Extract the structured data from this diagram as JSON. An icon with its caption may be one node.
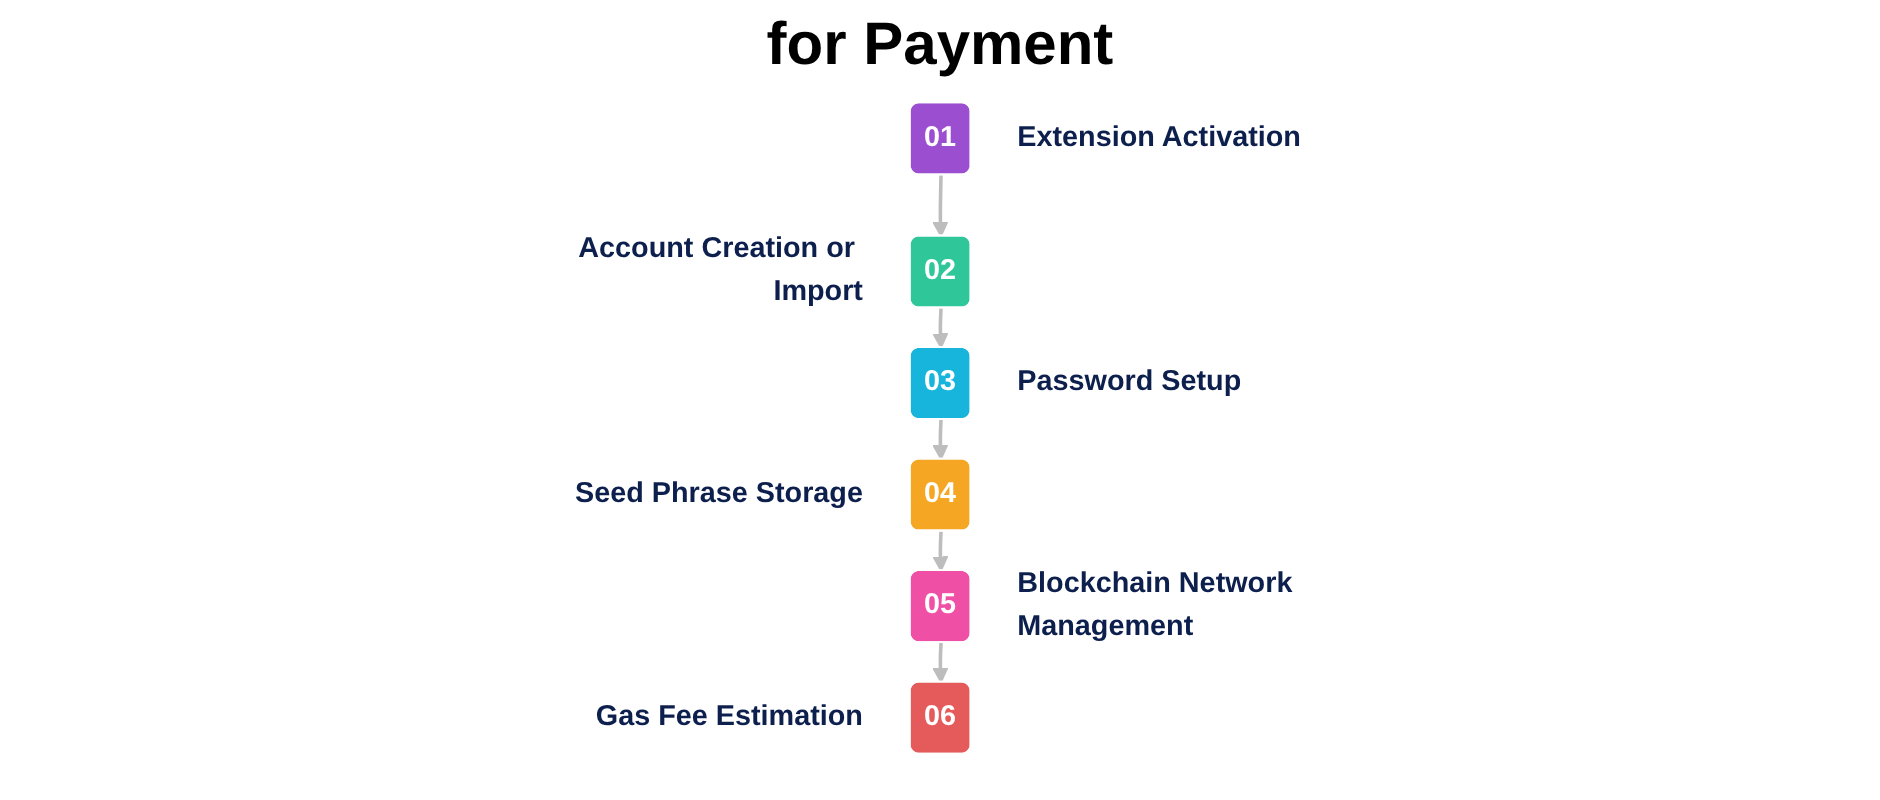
{
  "diagram": {
    "title": "for Payment",
    "nodes": [
      {
        "text": [
          "01"
        ],
        "beside": [
          "Extension Activation"
        ]
      },
      {
        "text": [
          "02"
        ],
        "beside": [
          "Account Creation or Import"
        ]
      },
      {
        "text": [
          "03"
        ],
        "beside": [
          "Password Setup"
        ]
      },
      {
        "text": [
          "04"
        ],
        "beside": [
          "Seed Phrase Storage"
        ]
      },
      {
        "text": [
          "05"
        ],
        "beside": [
          "Blockchain Network Management"
        ]
      },
      {
        "text": [
          "06"
        ],
        "beside": [
          "Gas Fee Estimation"
        ]
      }
    ],
    "edges": [
      {
        "from": 0,
        "to": 1,
        "arrow": "to"
      },
      {
        "from": 1,
        "to": 2,
        "arrow": "to"
      },
      {
        "from": 2,
        "to": 3,
        "arrow": "to"
      },
      {
        "from": 3,
        "to": 4,
        "arrow": "to"
      },
      {
        "from": 4,
        "to": 5,
        "arrow": "to"
      }
    ]
  }
}
